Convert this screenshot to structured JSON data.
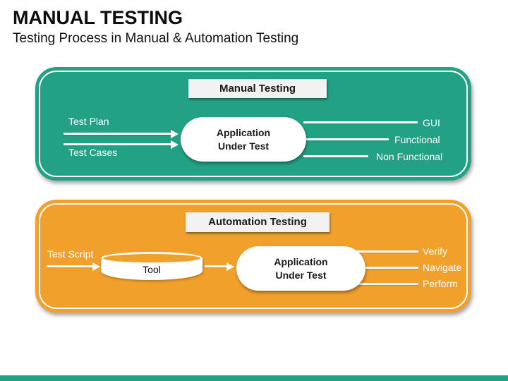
{
  "slide": {
    "title": "MANUAL TESTING",
    "subtitle": "Testing Process in Manual & Automation Testing"
  },
  "colors": {
    "teal_panel": "#23A185",
    "orange_panel": "#F2A02C",
    "header_box_bg": "#F2F2F2",
    "footer_bar": "#23A185",
    "panel_text": "#FFFFFF",
    "dark_text": "#1A1A1A"
  },
  "manual_panel": {
    "header": "Manual Testing",
    "inputs": [
      "Test Plan",
      "Test Cases"
    ],
    "aut": [
      "Application",
      "Under Test"
    ],
    "outputs": [
      "GUI",
      "Functional",
      "Non Functional"
    ]
  },
  "automation_panel": {
    "header": "Automation Testing",
    "input": "Test Script",
    "tool": "Tool",
    "aut": [
      "Application",
      "Under Test"
    ],
    "outputs": [
      "Verify",
      "Navigate",
      "Perform"
    ]
  }
}
